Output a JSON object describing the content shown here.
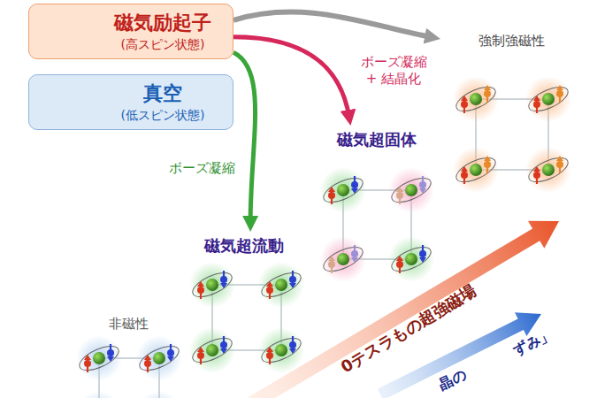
{
  "diagram": {
    "nodes": [
      {
        "text": [
          "磁気励起子",
          "(高スピン状態)"
        ]
      },
      {
        "text": [
          "真空",
          "(低スピン状態)"
        ]
      },
      {
        "text": [
          "強制強磁性"
        ]
      },
      {
        "text": [
          "磁気超固体"
        ]
      },
      {
        "text": [
          "磁気超流動"
        ]
      },
      {
        "text": [
          "非磁性"
        ]
      }
    ],
    "edges": [
      {
        "from": 0,
        "to": 2,
        "arrow": "to"
      },
      {
        "from": 0,
        "to": 3,
        "label": "ボーズ凝縮 + 結晶化",
        "arrow": "to"
      },
      {
        "from": 0,
        "to": 4,
        "label": "ボーズ凝縮",
        "arrow": "to"
      }
    ],
    "labels": [
      "0テスラもの超強磁場",
      "晶の",
      "ずみ」"
    ]
  }
}
